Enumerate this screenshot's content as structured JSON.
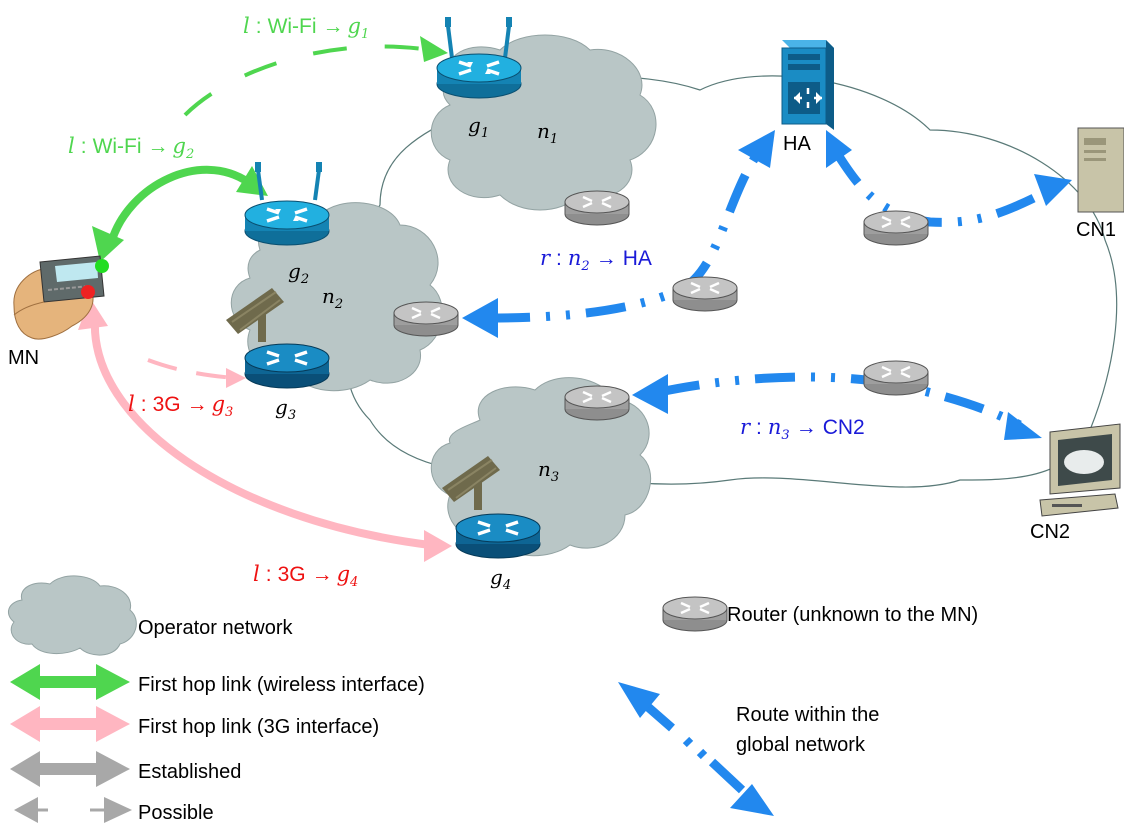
{
  "colors": {
    "wifi_link": "#4fd64f",
    "threeg_link": "#ffb6c1",
    "route": "#2288ee",
    "route_label": "#1a1ad8",
    "threeg_label": "#ee1111",
    "operator_cloud": "#b9c6c6",
    "router_gray": "#a8a8a8",
    "gateway_blue": "#1a9fd0",
    "antenna_3g": "#6f6a4c"
  },
  "nodes": {
    "mn": "MN",
    "ha": "HA",
    "cn1": "CN1",
    "cn2": "CN2"
  },
  "networks": {
    "n1": "n",
    "n1_sub": "1",
    "n2": "n",
    "n2_sub": "2",
    "n3": "n",
    "n3_sub": "3"
  },
  "gateways": {
    "g1": "g",
    "g1_sub": "1",
    "g2": "g",
    "g2_sub": "2",
    "g3": "g",
    "g3_sub": "3",
    "g4": "g",
    "g4_sub": "4"
  },
  "links": {
    "l_g1": {
      "l": "l",
      "colon": ":",
      "tech": "Wi-Fi",
      "arrow": "→",
      "g": "g",
      "sub": "1"
    },
    "l_g2": {
      "l": "l",
      "colon": ":",
      "tech": "Wi-Fi",
      "arrow": "→",
      "g": "g",
      "sub": "2"
    },
    "l_g3": {
      "l": "l",
      "colon": ":",
      "tech": "3G",
      "arrow": "→",
      "g": "g",
      "sub": "3"
    },
    "l_g4": {
      "l": "l",
      "colon": ":",
      "tech": "3G",
      "arrow": "→",
      "g": "g",
      "sub": "4"
    }
  },
  "routes": {
    "r_ha": {
      "r": "r",
      "colon": ":",
      "n": "n",
      "sub": "2",
      "arrow": "→",
      "dest": "HA"
    },
    "r_cn2": {
      "r": "r",
      "colon": ":",
      "n": "n",
      "sub": "3",
      "arrow": "→",
      "dest": "CN2"
    }
  },
  "legend": {
    "operator_network": "Operator network",
    "router": "Router (unknown to the MN)",
    "first_hop_wireless": "First hop link (wireless interface)",
    "first_hop_3g": "First hop link (3G interface)",
    "established": "Established",
    "possible": "Possible",
    "route_line1": "Route within the",
    "route_line2": "global network"
  }
}
